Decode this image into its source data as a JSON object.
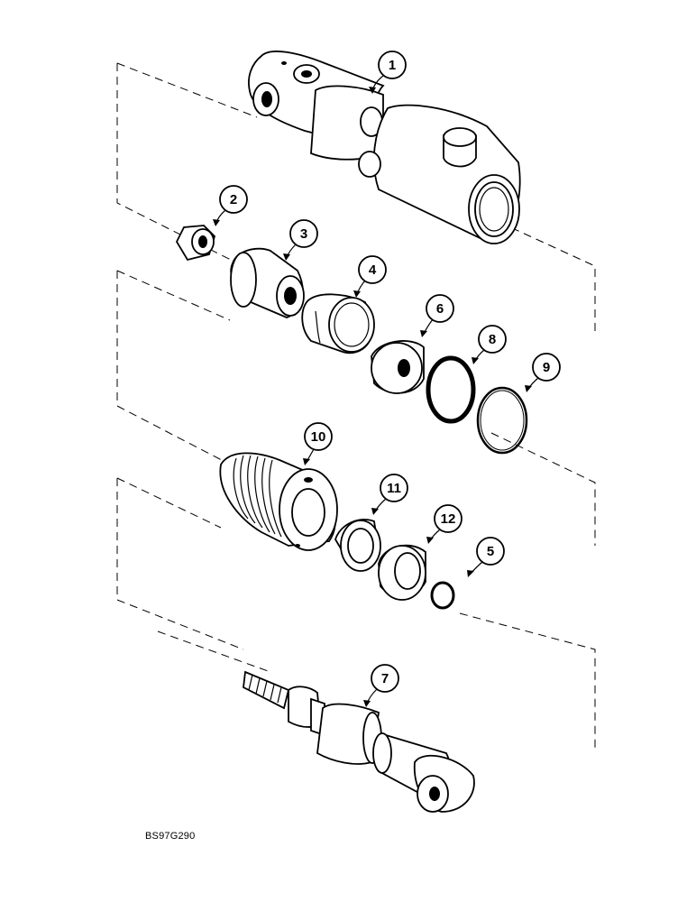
{
  "diagram": {
    "reference_code": "BS97G290",
    "callouts": [
      {
        "id": "callout-1",
        "label": "1"
      },
      {
        "id": "callout-2",
        "label": "2"
      },
      {
        "id": "callout-3",
        "label": "3"
      },
      {
        "id": "callout-4",
        "label": "4"
      },
      {
        "id": "callout-6",
        "label": "6"
      },
      {
        "id": "callout-8",
        "label": "8"
      },
      {
        "id": "callout-9",
        "label": "9"
      },
      {
        "id": "callout-10",
        "label": "10"
      },
      {
        "id": "callout-11",
        "label": "11"
      },
      {
        "id": "callout-12",
        "label": "12"
      },
      {
        "id": "callout-5",
        "label": "5"
      },
      {
        "id": "callout-7",
        "label": "7"
      }
    ],
    "line_color": "#000000",
    "background": "#ffffff"
  }
}
